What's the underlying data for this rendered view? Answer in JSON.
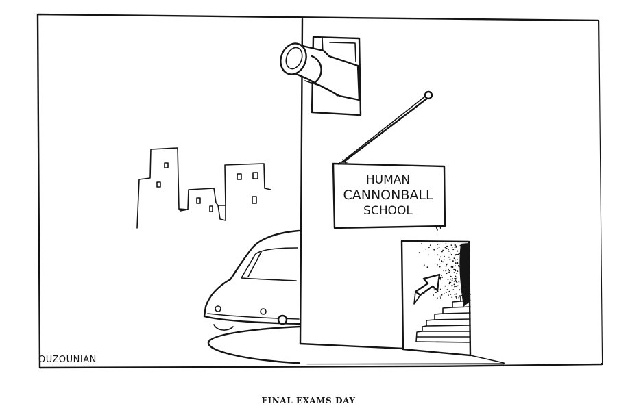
{
  "sign": {
    "line1": "HUMAN",
    "line2": "CANNONBALL",
    "line3": "SCHOOL"
  },
  "signature": "OUZOUNIAN",
  "caption": "FINAL EXAMS DAY",
  "colors": {
    "ink": "#151515",
    "paper": "#ffffff"
  }
}
